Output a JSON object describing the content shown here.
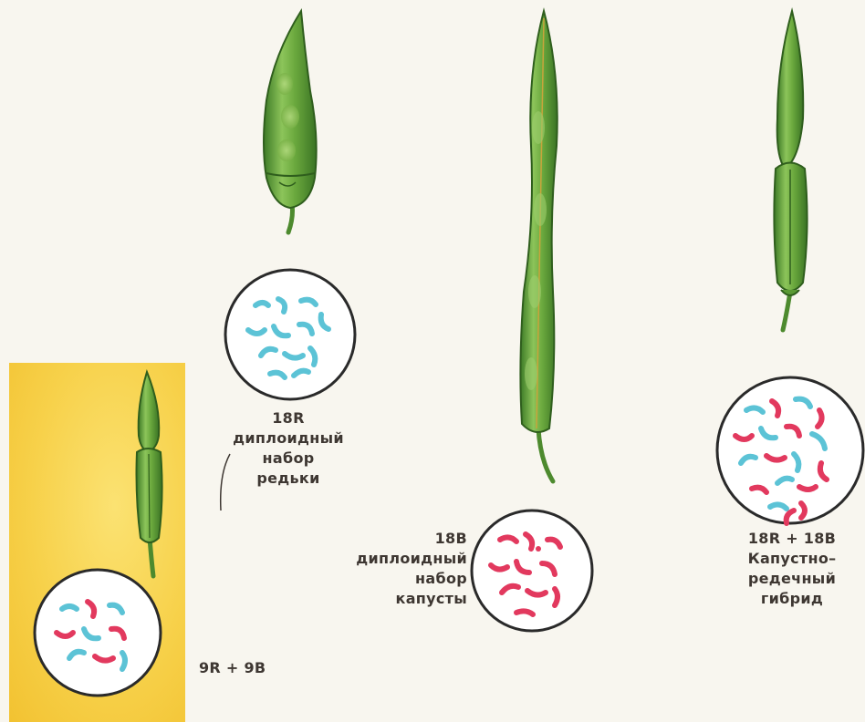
{
  "radish": {
    "count": "18R",
    "lines": [
      "диплоидный",
      "набор",
      "редьки"
    ]
  },
  "cabbage": {
    "count": "18B",
    "lines": [
      "диплоидный",
      "набор",
      "капусты"
    ]
  },
  "hybrid_fertile": {
    "count": "18R + 18B",
    "lines": [
      "Капустно–",
      "редечный",
      "гибрид"
    ]
  },
  "hybrid_sterile": {
    "count": "9R + 9B"
  },
  "colors": {
    "pod_green": "#6aa83d",
    "pod_dark": "#3d7a26",
    "radish_chromosome": "#5cc3d6",
    "cabbage_chromosome": "#e2395e",
    "yellow_background": "#f7d14a"
  }
}
